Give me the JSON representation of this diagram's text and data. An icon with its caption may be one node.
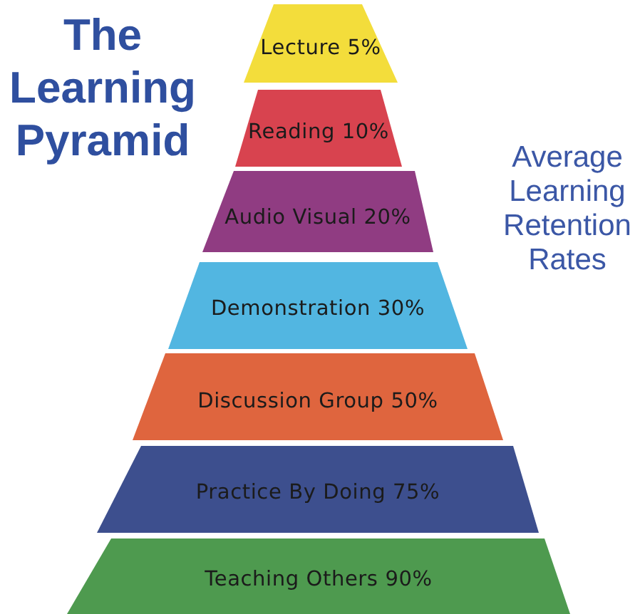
{
  "diagram": {
    "title": "The Learning Pyramid",
    "nodes": [
      {
        "text": [
          "Lecture 5%"
        ]
      },
      {
        "text": [
          "Reading 10%"
        ]
      },
      {
        "text": [
          "Audio Visual 20%"
        ]
      },
      {
        "text": [
          "Demonstration 30%"
        ]
      },
      {
        "text": [
          "Discussion Group 50%"
        ]
      },
      {
        "text": [
          "Practice By Doing 75%"
        ]
      },
      {
        "text": [
          "Teaching Others 90%"
        ]
      }
    ],
    "labels": [
      "Average Learning Retention Rates"
    ]
  }
}
